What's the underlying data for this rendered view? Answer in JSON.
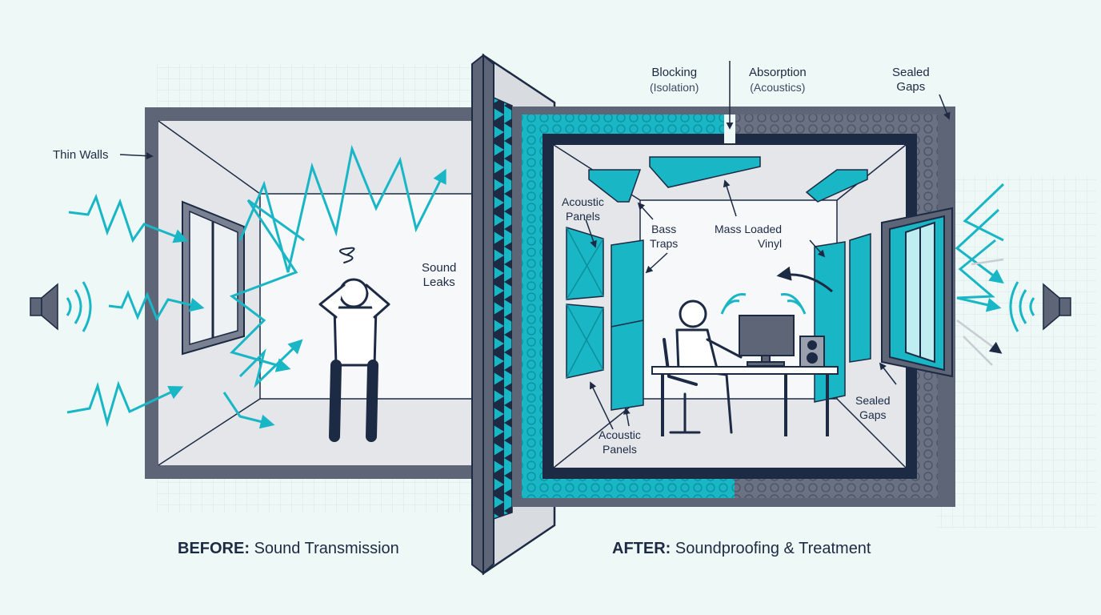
{
  "labels": {
    "thin_walls": "Thin Walls",
    "sound_leaks_1": "Sound",
    "sound_leaks_2": "Leaks",
    "blocking_title": "Blocking",
    "blocking_sub": "(Isolation)",
    "absorption_title": "Absorption",
    "absorption_sub": "(Acoustics)",
    "sealed_gaps_top_1": "Sealed",
    "sealed_gaps_top_2": "Gaps",
    "acoustic_panels_left_1": "Acoustic",
    "acoustic_panels_left_2": "Panels",
    "bass_traps_1": "Bass",
    "bass_traps_2": "Traps",
    "mlv_1": "Mass Loaded",
    "mlv_2": "Vinyl",
    "acoustic_panels_bottom_1": "Acoustic",
    "acoustic_panels_bottom_2": "Panels",
    "sealed_gaps_right_1": "Sealed",
    "sealed_gaps_right_2": "Gaps"
  },
  "captions": {
    "before_bold": "BEFORE:",
    "before_text": "Sound Transmission",
    "after_bold": "AFTER:",
    "after_text": "Soundproofing & Treatment"
  },
  "colors": {
    "background": "#eef8f6",
    "teal": "#1bb3c4",
    "navy": "#1c2a44",
    "wall_gray": "#5d6577",
    "room_light": "#e4e6ea"
  },
  "icons": [
    "speaker-icon",
    "dizzy-person-icon",
    "person-at-desk-icon",
    "monitor-icon",
    "studio-speaker-icon"
  ]
}
